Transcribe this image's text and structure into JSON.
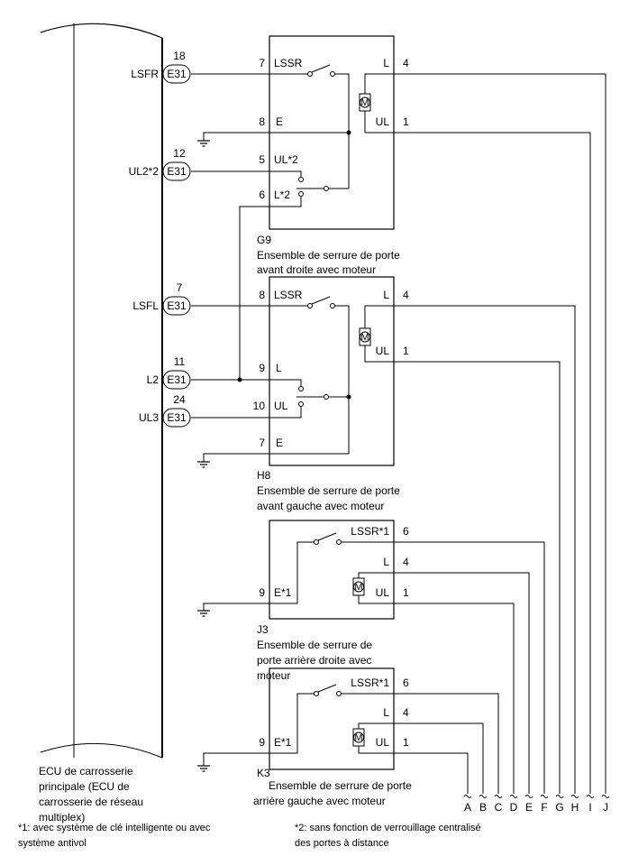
{
  "ecu": {
    "label_lines": [
      "ECU de carrosserie",
      "principale (ECU de",
      "carrosserie de réseau",
      "multiplex)"
    ]
  },
  "connector_code": "E31",
  "ecu_pins": [
    {
      "signal": "LSFR",
      "pin": "18"
    },
    {
      "signal": "UL2*2",
      "pin": "12"
    },
    {
      "signal": "LSFL",
      "pin": "7"
    },
    {
      "signal": "L2",
      "pin": "11"
    },
    {
      "signal": "UL3",
      "pin": "24"
    }
  ],
  "components": [
    {
      "code": "G9",
      "name_lines": [
        "Ensemble de serrure de porte",
        "avant droite avec moteur"
      ],
      "left_pins": [
        {
          "num": "7",
          "label": "LSSR"
        },
        {
          "num": "8",
          "label": "E"
        },
        {
          "num": "5",
          "label": "UL*2"
        },
        {
          "num": "6",
          "label": "L*2"
        }
      ],
      "right_pins": [
        {
          "label": "L",
          "num": "4"
        },
        {
          "label": "UL",
          "num": "1"
        }
      ]
    },
    {
      "code": "H8",
      "name_lines": [
        "Ensemble de serrure de porte",
        "avant gauche avec moteur"
      ],
      "left_pins": [
        {
          "num": "8",
          "label": "LSSR"
        },
        {
          "num": "9",
          "label": "L"
        },
        {
          "num": "10",
          "label": "UL"
        },
        {
          "num": "7",
          "label": "E"
        }
      ],
      "right_pins": [
        {
          "label": "L",
          "num": "4"
        },
        {
          "label": "UL",
          "num": "1"
        }
      ]
    },
    {
      "code": "J3",
      "name_lines": [
        "Ensemble de serrure de",
        "porte arrière droite avec",
        "moteur"
      ],
      "left_pins": [
        {
          "num": "9",
          "label": "E*1"
        }
      ],
      "right_pins": [
        {
          "label": "LSSR*1",
          "num": "6"
        },
        {
          "label": "L",
          "num": "4"
        },
        {
          "label": "UL",
          "num": "1"
        }
      ]
    },
    {
      "code": "K3",
      "name_lines": [
        "Ensemble de serrure de porte",
        "arrière gauche avec moteur"
      ],
      "left_pins": [
        {
          "num": "9",
          "label": "E*1"
        }
      ],
      "right_pins": [
        {
          "label": "LSSR*1",
          "num": "6"
        },
        {
          "label": "L",
          "num": "4"
        },
        {
          "label": "UL",
          "num": "1"
        }
      ]
    }
  ],
  "motor_symbol": "M",
  "terminals": [
    "A",
    "B",
    "C",
    "D",
    "E",
    "F",
    "G",
    "H",
    "I",
    "J"
  ],
  "footnotes": [
    {
      "lines": [
        "*1: avec système de clé intelligente ou avec",
        "système antivol"
      ]
    },
    {
      "lines": [
        "*2: sans fonction de verrouillage centralisé",
        "des portes à distance"
      ]
    }
  ]
}
